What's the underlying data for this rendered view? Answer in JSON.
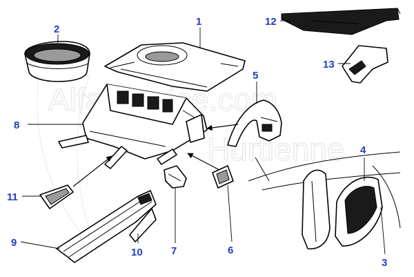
{
  "watermark": {
    "line1": "AlfaService.com",
    "line2": "Hurtienne"
  },
  "callouts": {
    "p1": "1",
    "p2": "2",
    "p3": "3",
    "p4": "4",
    "p5": "5",
    "p6": "6",
    "p7": "7",
    "p8": "8",
    "p9": "9",
    "p10": "10",
    "p11": "11",
    "p12": "12",
    "p13": "13"
  },
  "colors": {
    "callout": "#1f3fbf",
    "line": "#000000",
    "watermark": "#e6e6e6"
  }
}
